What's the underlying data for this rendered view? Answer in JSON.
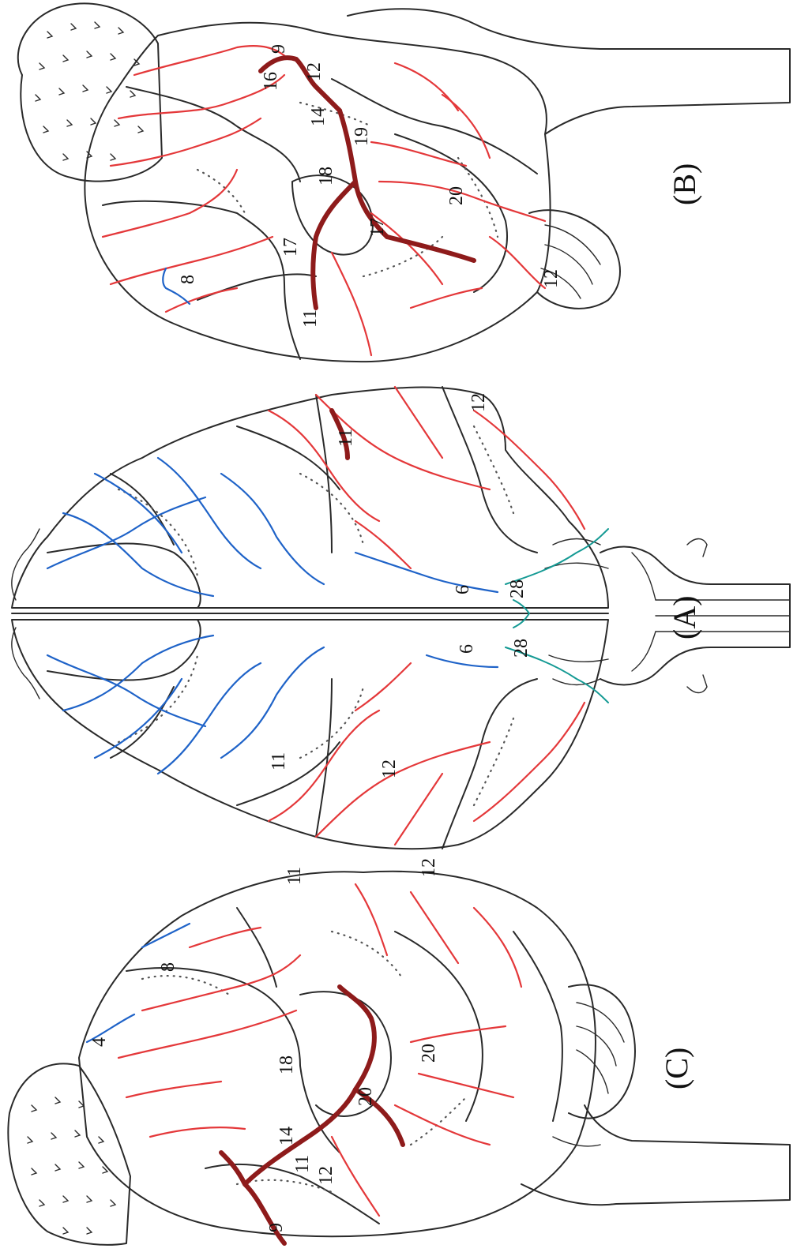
{
  "colors": {
    "artery": "#e4383a",
    "trunk": "#8e1b1b",
    "blue": "#1f63c8",
    "teal": "#159a94",
    "outline": "#2a2a2a"
  },
  "panels": [
    {
      "label": "(B)",
      "numbers": [
        "9",
        "12",
        "16",
        "14",
        "19",
        "18",
        "20",
        "17",
        "17",
        "8",
        "11",
        "12"
      ]
    },
    {
      "label": "(A)",
      "numbers": [
        "11",
        "12",
        "6",
        "28",
        "6",
        "28",
        "11",
        "12"
      ]
    },
    {
      "label": "(C)",
      "numbers": [
        "11",
        "12",
        "8",
        "4",
        "20",
        "18",
        "20",
        "14",
        "11",
        "12",
        "9"
      ]
    }
  ]
}
